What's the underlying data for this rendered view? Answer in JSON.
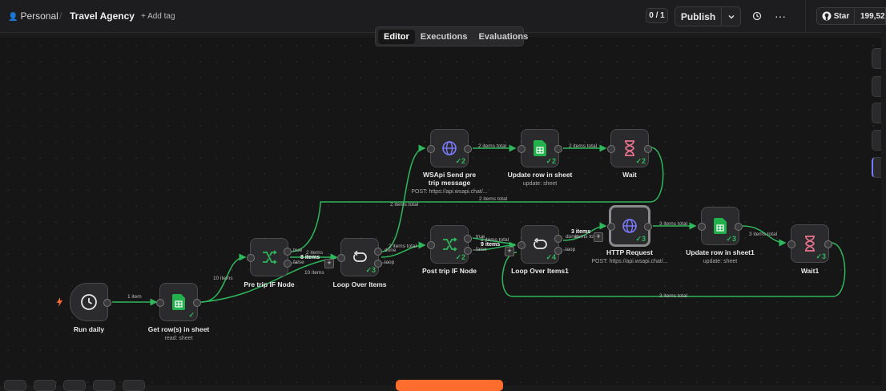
{
  "header": {
    "workspace": "Personal",
    "workflow_name": "Travel Agency",
    "add_tag": "+ Add tag",
    "counter": "0 / 1",
    "publish_label": "Publish",
    "github_star_label": "Star",
    "github_stars": "199,52"
  },
  "tabs": [
    {
      "label": "Editor",
      "active": true
    },
    {
      "label": "Executions",
      "active": false
    },
    {
      "label": "Evaluations",
      "active": false
    }
  ],
  "nodes": {
    "run_daily": {
      "label": "Run daily",
      "subtitle": "",
      "count": ""
    },
    "get_rows": {
      "label": "Get row(s) in sheet",
      "subtitle": "read: sheet",
      "count": "✓"
    },
    "pre_if": {
      "label": "Pre trip IF Node",
      "subtitle": "",
      "count": ""
    },
    "loop1": {
      "label": "Loop Over Items",
      "subtitle": "",
      "count": "✓3"
    },
    "wsapi": {
      "label": "WSApi Send pre trip message",
      "subtitle": "POST: https://api.wsapi.chat/...",
      "count": "✓2"
    },
    "update1": {
      "label": "Update row in sheet",
      "subtitle": "update: sheet",
      "count": "✓2"
    },
    "wait1": {
      "label": "Wait",
      "subtitle": "",
      "count": "✓2"
    },
    "post_if": {
      "label": "Post trip IF Node",
      "subtitle": "",
      "count": "✓2"
    },
    "loop2": {
      "label": "Loop Over Items1",
      "subtitle": "",
      "count": "✓4"
    },
    "http": {
      "label": "HTTP Request",
      "subtitle": "POST: https://api.wsapi.chat/...",
      "count": "✓3"
    },
    "update2": {
      "label": "Update row in sheet1",
      "subtitle": "update: sheet",
      "count": "✓3"
    },
    "wait2": {
      "label": "Wait1",
      "subtitle": "",
      "count": "✓3"
    }
  },
  "edges": {
    "e1": "1 item",
    "e2": "10 items",
    "e3": "8 items",
    "e4": "2 items",
    "e5": "10 items",
    "e6": "2 items total",
    "e7": "2 items total",
    "e8": "2 items total",
    "e9": "2 items total",
    "e10": "2 items total",
    "e11": "2 items total",
    "e12": "9 items",
    "e13": "3 items",
    "e14": "3 items total",
    "e15": "3 items total",
    "e16": "3 items total",
    "e17": "true",
    "e18": "false",
    "e19": "done",
    "e20": "loop",
    "e21": "true",
    "e22": "false",
    "e23": "done",
    "e24": "items total",
    "e25": "loop"
  },
  "colors": {
    "edge": "#2fb75c",
    "edge_idle": "#5a5a5d",
    "sheets": "#22b14c",
    "globe": "#7b7bff",
    "wait": "#e8738c",
    "publish_accent": "#ff6d2e"
  }
}
